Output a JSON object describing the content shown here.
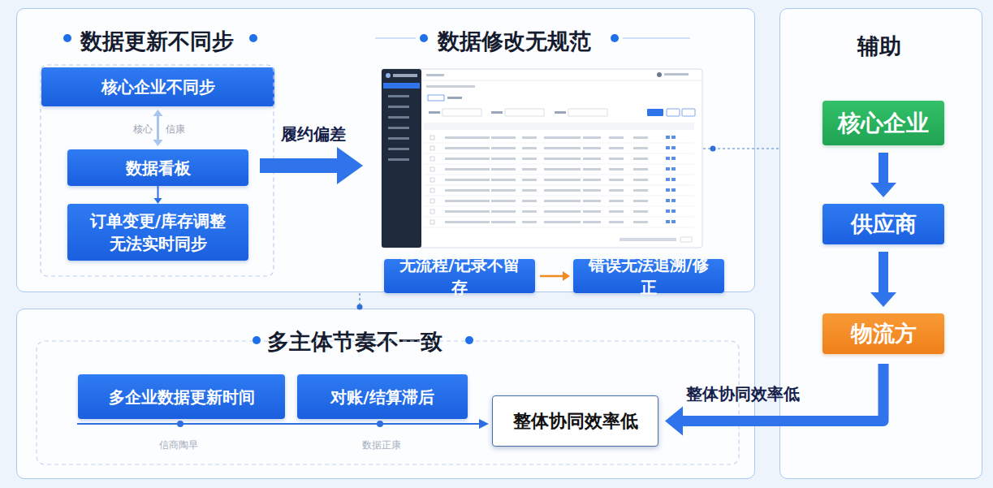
{
  "diagram": {
    "nodes": [
      {
        "text": [
          "数据更新不同步",
          "数据修改无规范"
        ]
      },
      {
        "text": [
          "核心企业不同步"
        ],
        "in": 0
      },
      {
        "text": [
          "数据看板"
        ],
        "in": 0
      },
      {
        "text": [
          "订单变更/库存调整 无法实时同步"
        ],
        "in": 0
      },
      {
        "text": [
          "无流程/记录不留存"
        ],
        "in": 0
      },
      {
        "text": [
          "错误无法追溯/修正"
        ],
        "in": 0
      },
      {
        "text": [
          "多主体节奏不一致"
        ]
      },
      {
        "text": [
          "多企业数据更新时间"
        ],
        "in": 6
      },
      {
        "text": [
          "对账/结算滞后"
        ],
        "in": 6
      },
      {
        "text": [
          "整体协同效率低"
        ],
        "in": 6
      },
      {
        "text": [
          "辅助"
        ]
      },
      {
        "text": [
          "核心企业"
        ],
        "in": 10
      },
      {
        "text": [
          "供应商"
        ],
        "in": 10
      },
      {
        "text": [
          "物流方"
        ],
        "in": 10
      }
    ],
    "edges": [
      {
        "from": 1,
        "to": 2,
        "arrow": "both"
      },
      {
        "from": 2,
        "to": 3,
        "arrow": "to"
      },
      {
        "from": 4,
        "to": 5,
        "arrow": "to"
      },
      {
        "from": 11,
        "to": 12,
        "arrow": "to"
      },
      {
        "from": 12,
        "to": 13,
        "arrow": "to"
      },
      {
        "from": 13,
        "to": 9,
        "arrow": "to",
        "label": "整体协同效率低"
      }
    ],
    "labels": [
      "核心",
      "信康",
      "履约偏差",
      "信商陶早",
      "数据正康"
    ]
  }
}
